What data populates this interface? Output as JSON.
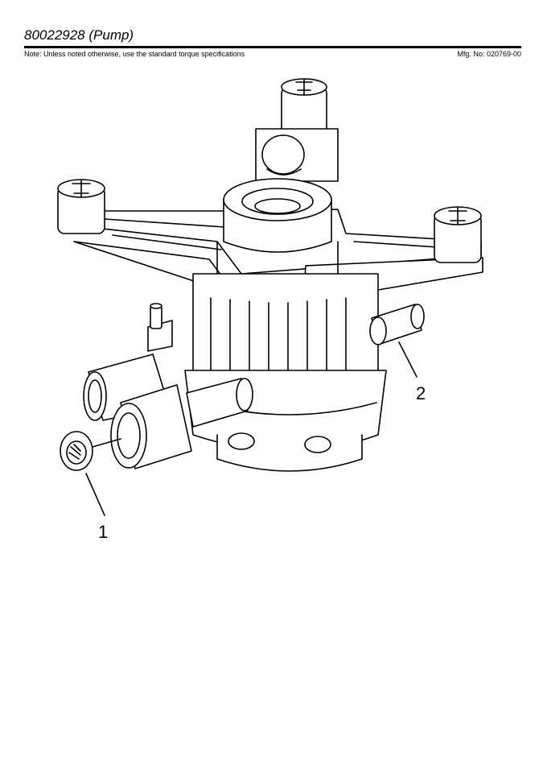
{
  "header": {
    "title": "80022928 (Pump)",
    "note": "Note: Unless noted otherwise, use the standard torque specifications",
    "mfg": "Mfg. No: 020769-00"
  },
  "callouts": {
    "c1": "1",
    "c2": "2"
  }
}
